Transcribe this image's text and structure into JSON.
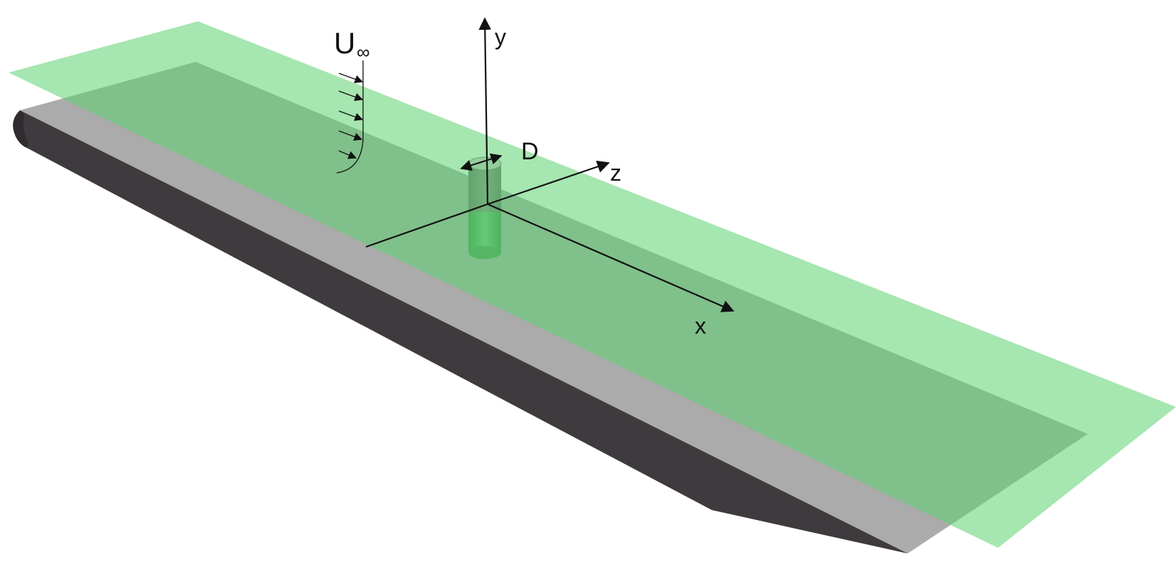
{
  "labels": {
    "freestream_velocity": "U",
    "freestream_subscript": "∞",
    "diameter": "D",
    "axis_x": "x",
    "axis_y": "y",
    "axis_z": "z"
  },
  "colors": {
    "plate_top": "#a9a9a9",
    "plate_side": "#3f3a3d",
    "plane_green": "#5cd16f",
    "cylinder_green": "#4f9e5c",
    "cylinder_top": "#c9b8c2",
    "axis_stroke": "#111111"
  },
  "icons": {
    "axis_arrowhead": "arrowhead-icon",
    "velocity_arrowhead": "velocity-arrow-icon"
  }
}
